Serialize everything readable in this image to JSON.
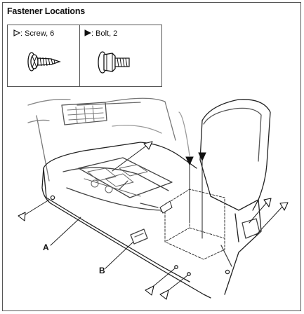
{
  "title": "Fastener Locations",
  "legend": {
    "screw": {
      "label": ": Screw, 6",
      "icon": "open-triangle-icon"
    },
    "bolt": {
      "label": ": Bolt, 2",
      "icon": "filled-triangle-icon"
    }
  },
  "callouts": {
    "a": "A",
    "b": "B"
  }
}
